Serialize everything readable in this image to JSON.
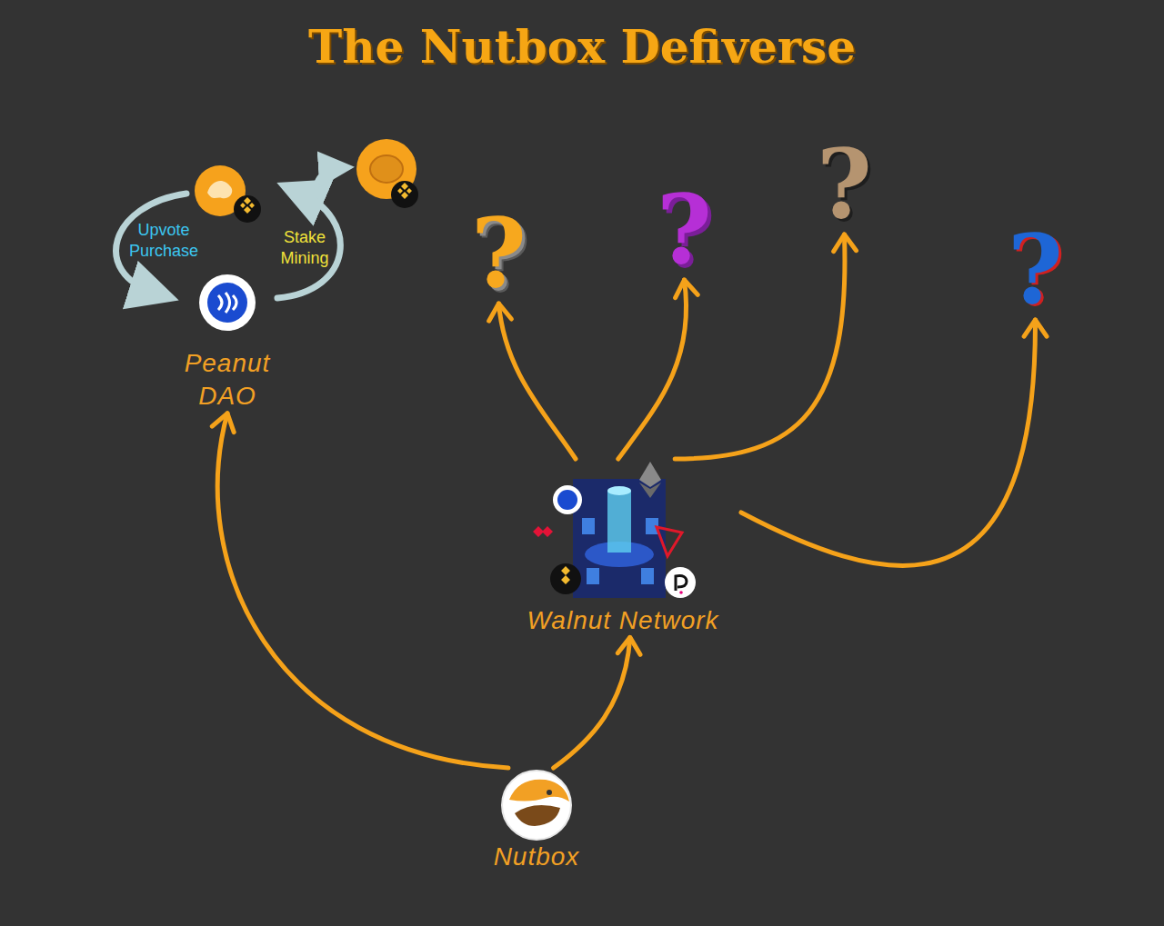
{
  "diagram": {
    "title": "The Nutbox Defiverse",
    "nodes": [
      {
        "text": [
          "Peanut DAO"
        ]
      },
      {
        "text": [
          "?"
        ]
      },
      {
        "text": [
          "?"
        ]
      },
      {
        "text": [
          "?"
        ]
      },
      {
        "text": [
          "?"
        ]
      },
      {
        "text": [
          "Walnut Network"
        ]
      },
      {
        "text": [
          "Nutbox"
        ]
      }
    ],
    "edges": [
      {
        "from": 6,
        "to": 0,
        "arrow": "to"
      },
      {
        "from": 6,
        "to": 5,
        "arrow": "to"
      },
      {
        "from": 5,
        "to": 1,
        "arrow": "to"
      },
      {
        "from": 5,
        "to": 2,
        "arrow": "to"
      },
      {
        "from": 5,
        "to": 3,
        "arrow": "to"
      },
      {
        "from": 5,
        "to": 4,
        "arrow": "to"
      }
    ],
    "labels": [
      "Upvote Purchase",
      "Stake Mining"
    ]
  }
}
